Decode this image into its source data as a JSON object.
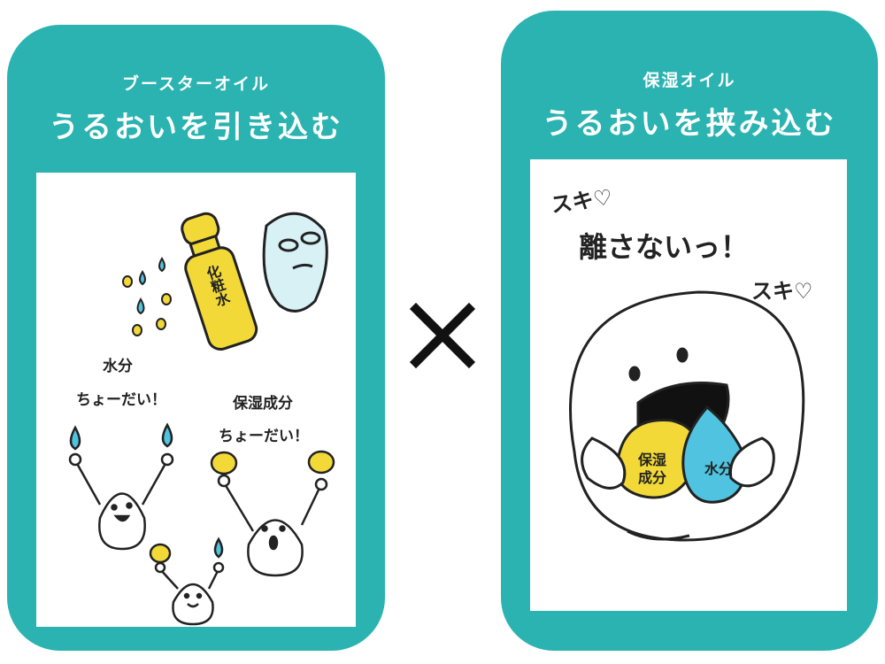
{
  "left_card": {
    "subtitle": "ブースターオイル",
    "title": "うるおいを引き込む",
    "bottle_label": "化粧水",
    "speech_water_line1": "水分",
    "speech_water_line2": "ちょーだい！",
    "speech_moist_line1": "保湿成分",
    "speech_moist_line2": "ちょーだい！"
  },
  "operator": "×",
  "right_card": {
    "subtitle": "保湿オイル",
    "title": "うるおいを挟み込む",
    "suki_top": "スキ♡",
    "main_text": "離さないっ！",
    "suki_right": "スキ♡",
    "drop_yellow_line1": "保湿",
    "drop_yellow_line2": "成分",
    "drop_blue": "水分"
  },
  "colors": {
    "teal": "#2bb3b1",
    "yellow": "#f2d938",
    "blue": "#4fc3df",
    "pale_blue": "#d8f1f5"
  }
}
